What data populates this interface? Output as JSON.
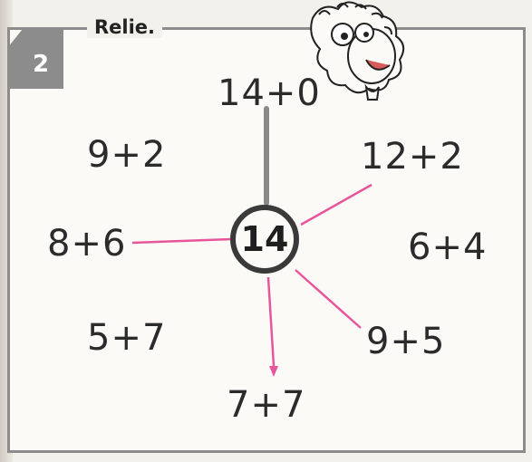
{
  "exercise": {
    "number": "2",
    "title": "Relie."
  },
  "center": "14",
  "expressions": {
    "top": "14+0",
    "upper_left": "9+2",
    "upper_right": "12+2",
    "left": "8+6",
    "right": "6+4",
    "lower_left": "5+7",
    "lower_right": "9+5",
    "bottom": "7+7"
  },
  "colors": {
    "frame": "#8c8c8c",
    "pencil_line": "#8a8a8a",
    "pink_line": "#e8559b"
  },
  "icons": [
    "cartoon-face-icon"
  ]
}
